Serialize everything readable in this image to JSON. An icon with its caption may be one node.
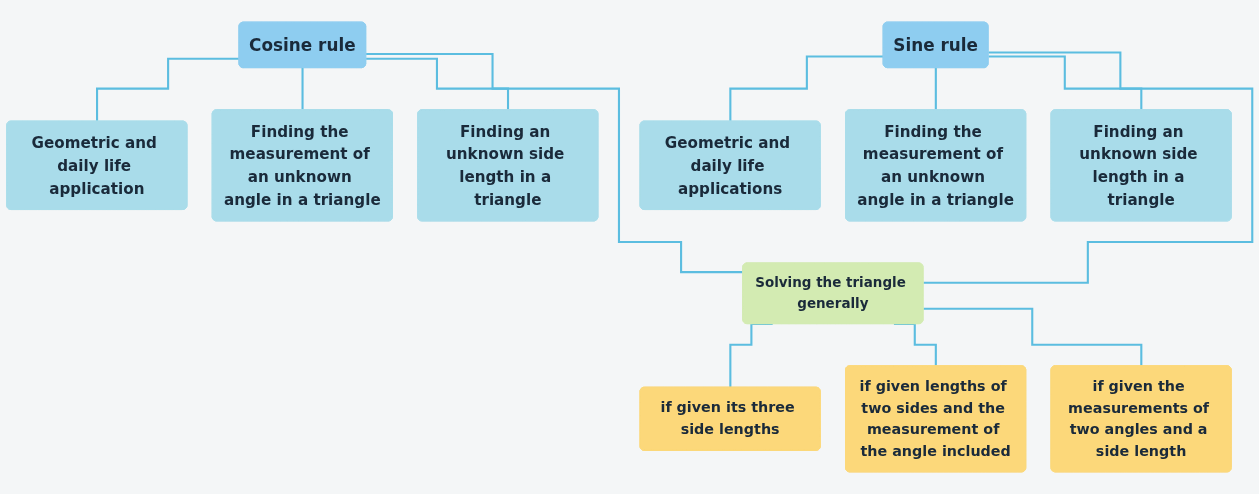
{
  "diagram": {
    "nodes": [
      {
        "text": [
          "Cosine rule"
        ]
      },
      {
        "text": [
          "Sine rule"
        ]
      },
      {
        "text": [
          "Geometric and daily life application"
        ]
      },
      {
        "text": [
          "Finding the measurement of an unknown angle in a triangle"
        ]
      },
      {
        "text": [
          "Finding an unknown side length in a triangle"
        ]
      },
      {
        "text": [
          "Geometric and daily life applications"
        ]
      },
      {
        "text": [
          "Finding the measurement of an unknown angle in a triangle"
        ]
      },
      {
        "text": [
          "Finding an unknown side length in a triangle"
        ]
      },
      {
        "text": [
          "Solving the triangle generally"
        ]
      },
      {
        "text": [
          "if given its three side lengths"
        ]
      },
      {
        "text": [
          "if given lengths of two sides and the measurement of the angle included"
        ]
      },
      {
        "text": [
          "if given the measurements of two angles and a side length"
        ]
      }
    ],
    "edges": [
      {
        "from": 0,
        "to": 2,
        "arrow": "none"
      },
      {
        "from": 0,
        "to": 3,
        "arrow": "none"
      },
      {
        "from": 0,
        "to": 4,
        "arrow": "none"
      },
      {
        "from": 1,
        "to": 5,
        "arrow": "none"
      },
      {
        "from": 1,
        "to": 6,
        "arrow": "none"
      },
      {
        "from": 1,
        "to": 7,
        "arrow": "none"
      },
      {
        "from": 0,
        "to": 8,
        "arrow": "none"
      },
      {
        "from": 1,
        "to": 8,
        "arrow": "none"
      },
      {
        "from": 8,
        "to": 9,
        "arrow": "none"
      },
      {
        "from": 8,
        "to": 10,
        "arrow": "none"
      },
      {
        "from": 8,
        "to": 11,
        "arrow": "none"
      }
    ]
  }
}
